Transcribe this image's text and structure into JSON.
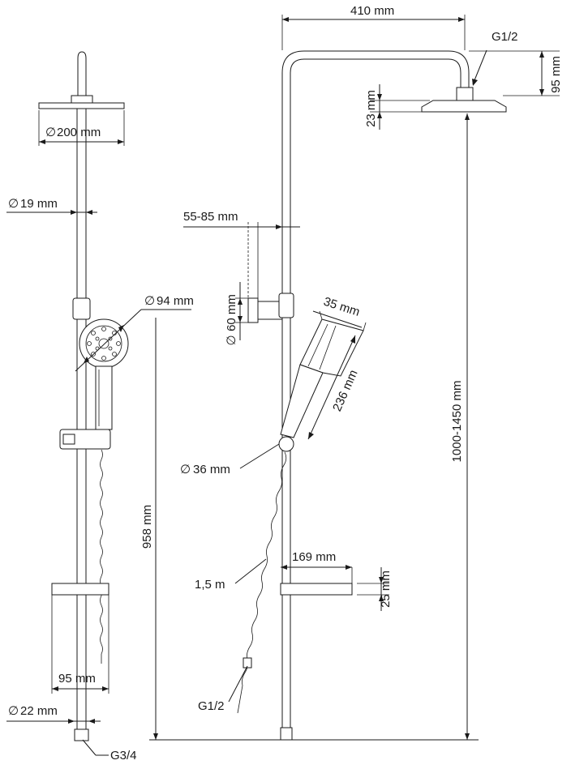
{
  "labels": {
    "width_410": "410 mm",
    "g12_top": "G1/2",
    "h95": "95 mm",
    "h23": "23 mm",
    "dia200": "200 mm",
    "dia19": "19 mm",
    "range_55_85": "55-85 mm",
    "dia60": "60 mm",
    "dia94": "94 mm",
    "w35": "35 mm",
    "len236": "236 mm",
    "range_1000_1450": "1000-1450 mm",
    "dia36": "36 mm",
    "h958": "958 mm",
    "w169": "169 mm",
    "hose_len": "1,5 m",
    "h25": "25 mm",
    "w95": "95 mm",
    "g12_bottom": "G1/2",
    "dia22": "22 mm",
    "g34": "G3/4",
    "diameter_symbol": "∅"
  }
}
